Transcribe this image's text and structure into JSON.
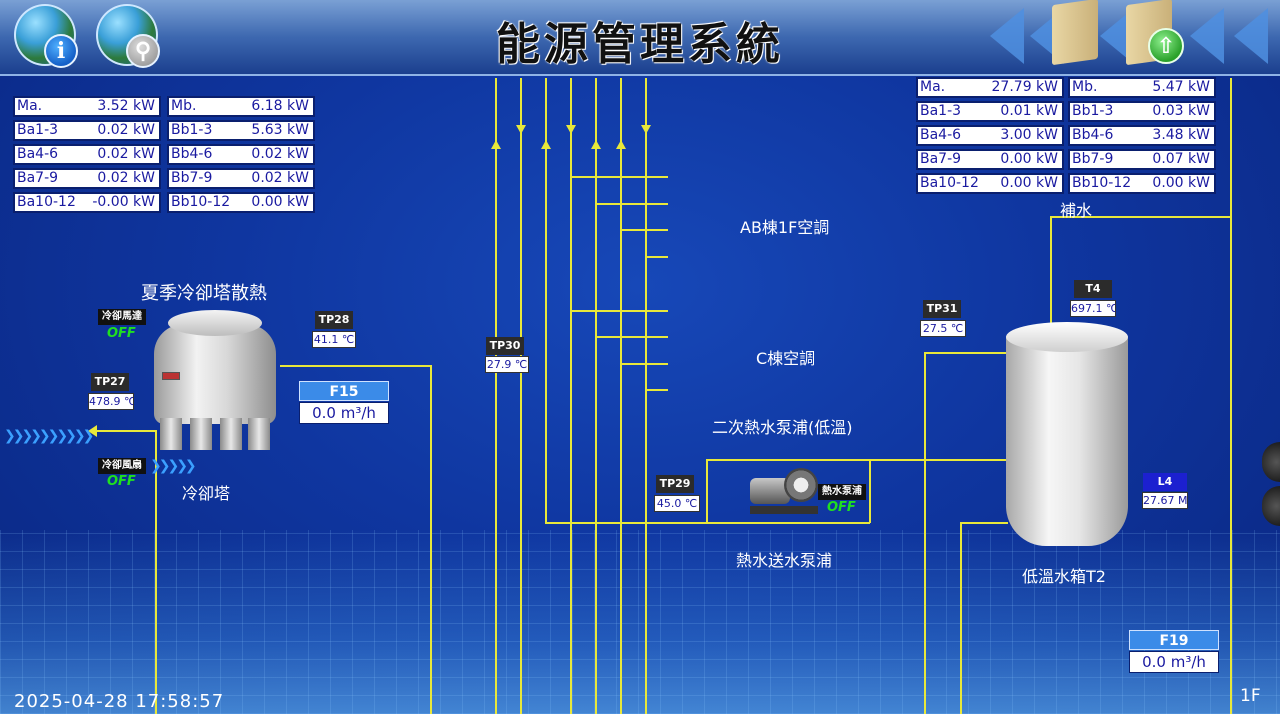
{
  "header": {
    "title": "能源管理系統",
    "info_icon_glyph": "i",
    "up_icon_glyph": "⇧"
  },
  "left_meter": {
    "a": [
      {
        "key": "Ma.",
        "value": "3.52 kW"
      },
      {
        "key": "Ba1-3",
        "value": "0.02 kW"
      },
      {
        "key": "Ba4-6",
        "value": "0.02 kW"
      },
      {
        "key": "Ba7-9",
        "value": "0.02 kW"
      },
      {
        "key": "Ba10-12",
        "value": "-0.00 kW"
      }
    ],
    "b": [
      {
        "key": "Mb.",
        "value": "6.18 kW"
      },
      {
        "key": "Bb1-3",
        "value": "5.63 kW"
      },
      {
        "key": "Bb4-6",
        "value": "0.02 kW"
      },
      {
        "key": "Bb7-9",
        "value": "0.02 kW"
      },
      {
        "key": "Bb10-12",
        "value": "0.00 kW"
      }
    ]
  },
  "right_meter": {
    "a": [
      {
        "key": "Ma.",
        "value": "27.79 kW"
      },
      {
        "key": "Ba1-3",
        "value": "0.01 kW"
      },
      {
        "key": "Ba4-6",
        "value": "3.00 kW"
      },
      {
        "key": "Ba7-9",
        "value": "0.00 kW"
      },
      {
        "key": "Ba10-12",
        "value": "0.00 kW"
      }
    ],
    "b": [
      {
        "key": "Mb.",
        "value": "5.47 kW"
      },
      {
        "key": "Bb1-3",
        "value": "0.03 kW"
      },
      {
        "key": "Bb4-6",
        "value": "3.48 kW"
      },
      {
        "key": "Bb7-9",
        "value": "0.07 kW"
      },
      {
        "key": "Bb10-12",
        "value": "0.00 kW"
      }
    ]
  },
  "cooling": {
    "title": "夏季冷卻塔散熱",
    "tower_label": "冷卻塔",
    "motor_label": "冷卻馬達",
    "motor_status": "OFF",
    "fan_label": "冷卻風扇",
    "fan_status": "OFF",
    "tp28": {
      "tag": "TP28",
      "value": "41.1 ℃"
    },
    "tp27": {
      "tag": "TP27",
      "value": "478.9 ℃"
    },
    "f15": {
      "tag": "F15",
      "value": "0.0 m³/h"
    }
  },
  "center": {
    "ab_label": "AB棟1F空調",
    "c_label": "C棟空調",
    "secondary_label": "二次熱水泵浦(低溫)",
    "hot_water_label": "熱水送水泵浦",
    "tp30": {
      "tag": "TP30",
      "value": "27.9 ℃"
    },
    "tp29": {
      "tag": "TP29",
      "value": "45.0 ℃"
    },
    "pump_label": "熱水泵浦",
    "pump_status": "OFF"
  },
  "tank": {
    "refill_label": "補水",
    "name": "低溫水箱T2",
    "tp31": {
      "tag": "TP31",
      "value": "27.5 ℃"
    },
    "t4": {
      "tag": "T4",
      "value": "697.1 ℃"
    },
    "l4": {
      "tag": "L4",
      "value": "27.67 M"
    },
    "f19": {
      "tag": "F19",
      "value": "0.0 m³/h"
    }
  },
  "footer": {
    "timestamp": "2025-04-28 17:58:57",
    "floor": "1F"
  },
  "colors": {
    "pipe": "#e8e83a",
    "background": "#0f36a0",
    "status_off": "#20e020"
  }
}
